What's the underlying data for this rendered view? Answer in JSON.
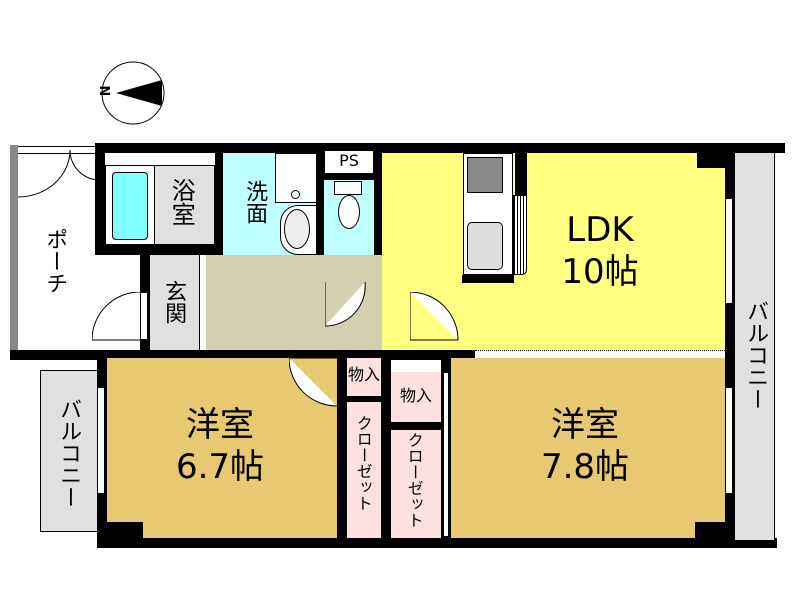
{
  "compass": {
    "label": "N"
  },
  "rooms": {
    "ldk": {
      "name": "LDK",
      "size": "10帖",
      "color": "#FFFF80"
    },
    "western_1": {
      "name": "洋室",
      "size": "6.7帖",
      "color": "#E8C870"
    },
    "western_2": {
      "name": "洋室",
      "size": "7.8帖",
      "color": "#E8C870"
    },
    "bath": {
      "label": "浴室",
      "color": "#E0E0E0"
    },
    "washroom": {
      "label": "洗面",
      "color": "#BFFFFF"
    },
    "toilet": {
      "color": "#BFFFFF"
    },
    "ps": {
      "label": "PS"
    },
    "entrance": {
      "label": "玄関",
      "color": "#E0E0E0"
    },
    "hall": {
      "color": "#D4CFAF"
    },
    "porch": {
      "label": "ポーチ"
    },
    "storage_1": {
      "label": "物入",
      "color": "#FFE0E0"
    },
    "storage_2": {
      "label": "物入",
      "color": "#FFE0E0"
    },
    "closet_1": {
      "label": "クローゼット",
      "color": "#FFE0E0"
    },
    "closet_2": {
      "label": "クローゼット",
      "color": "#FFE0E0"
    },
    "balcony_left": {
      "label": "バルコニー",
      "color": "#E0E0E0"
    },
    "balcony_right": {
      "label": "バルコニー",
      "color": "#E0E0E0"
    }
  },
  "fixtures": {
    "bathtub_color": "#80FFFF"
  }
}
